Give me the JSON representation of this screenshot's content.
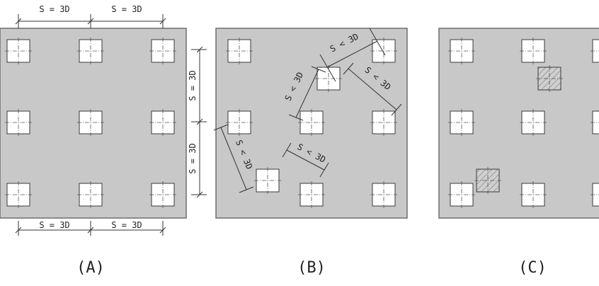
{
  "panels": [
    {
      "label": "(A)"
    },
    {
      "label": "(B)"
    },
    {
      "label": "(C)"
    }
  ],
  "dimensions": {
    "spacing_equal": "S = 3D",
    "spacing_less": "S < 3D"
  },
  "colors": {
    "slab": "#c8c8c8",
    "slab_border": "#6e6e6e",
    "pile": "#ffffff",
    "pile_border": "#3a3a3a",
    "dim_line": "#333333",
    "hatch": "#b5b5b5"
  }
}
